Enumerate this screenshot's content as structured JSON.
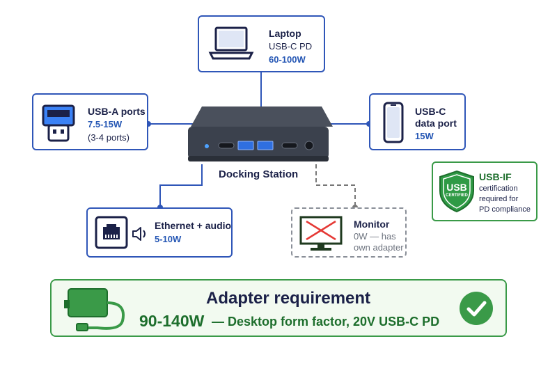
{
  "laptop": {
    "title": "Laptop",
    "line1": "USB-C PD",
    "power": "60-100W"
  },
  "usba": {
    "title": "USB-A ports",
    "power": "7.5-15W",
    "note": "(3-4 ports)"
  },
  "usbc": {
    "title_line1": "USB-C",
    "title_line2": "data port",
    "power": "15W"
  },
  "dock": {
    "label": "Docking Station"
  },
  "ethernet": {
    "title": "Ethernet + audio",
    "power": "5-10W"
  },
  "monitor": {
    "title": "Monitor",
    "line1": "0W — has",
    "line2": "own adapter"
  },
  "usbif": {
    "badge_line1": "USB",
    "badge_line2": "CERTIFIED",
    "title": "USB-IF",
    "line1": "certification",
    "line2": "required for",
    "line3": "PD compliance"
  },
  "adapter": {
    "heading": "Adapter requirement",
    "wattage": "90-140W",
    "detail": "— Desktop form factor, 20V USB-C PD"
  },
  "colors": {
    "accent_blue": "#2f56b8",
    "text_blue": "#2456b4",
    "green": "#3a9a48",
    "dark_green": "#1d6e2c",
    "dock_body": "#3b414d"
  }
}
